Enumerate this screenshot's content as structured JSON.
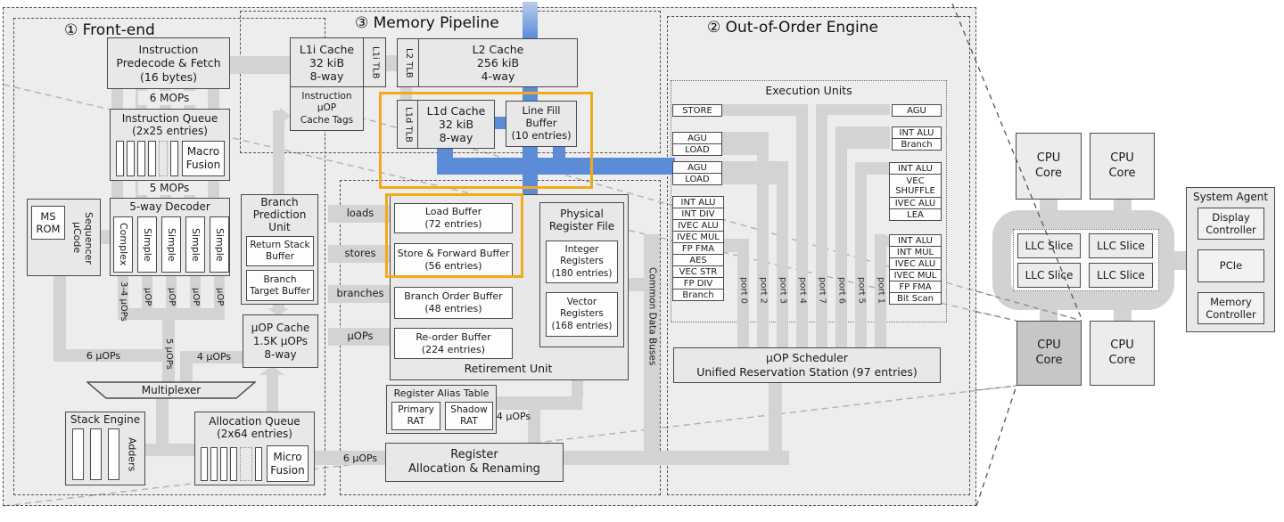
{
  "colors": {
    "blue": "#5c8bd8",
    "orange": "#f2aa1d",
    "bus_gray": "#d3d3d3",
    "dark_core": "#c6c6c6"
  },
  "frontend": {
    "title": "① Front-end",
    "predecode": "Instruction\nPredecode & Fetch\n(16 bytes)",
    "mops6": "6 MOPs",
    "iq_title": "Instruction Queue\n(2x25 entries)",
    "macro_fusion": "Macro\nFusion",
    "mops5": "5 MOPs",
    "decoder_title": "5-way Decoder",
    "decoder_cols": [
      "Complex",
      "Simple",
      "Simple",
      "Simple",
      "Simple"
    ],
    "ms_rom": "MS\nROM",
    "ucode_sequencer": "µCode\nSequencer",
    "uops34": "3-4 µOPs",
    "uop": "µOP",
    "uops5": "5 µOPs",
    "uops6": "6 µOPs",
    "uops4": "4 µOPs",
    "bpu_title": "Branch\nPrediction\nUnit",
    "return_stack_buffer": "Return Stack\nBuffer",
    "branch_target_buffer": "Branch\nTarget Buffer",
    "uop_cache": "µOP Cache\n1.5K µOPs\n8-way",
    "multiplexer": "Multiplexer",
    "stack_engine": "Stack Engine",
    "adders": "Adders",
    "alloc_queue": "Allocation Queue\n(2x64 entries)",
    "micro_fusion": "Micro\nFusion",
    "uops6_out": "6 µOPs"
  },
  "memory": {
    "title": "③ Memory Pipeline",
    "l1i": "L1i Cache\n32 kiB\n8-way",
    "l1i_tlb": "L1i TLB",
    "uop_tags": "Instruction\nµOP\nCache Tags",
    "l2_tlb": "L2 TLB",
    "l2": "L2 Cache\n256 kiB\n4-way",
    "l1d_tlb": "L1d TLB",
    "l1d": "L1d Cache\n32 kiB\n8-way",
    "line_fill": "Line Fill\nBuffer\n(10 entries)"
  },
  "mid": {
    "flow_loads": "loads",
    "flow_stores": "stores",
    "flow_branches": "branches",
    "flow_uops": "µOPs",
    "load_buffer": "Load Buffer\n(72 entries)",
    "store_buffer": "Store & Forward Buffer\n(56 entries)",
    "branch_order_buffer": "Branch Order Buffer\n(48 entries)",
    "reorder_buffer": "Re-order Buffer\n(224 entries)",
    "retirement": "Retirement Unit",
    "prf_title": "Physical\nRegister File",
    "int_regs": "Integer\nRegisters\n(180 entries)",
    "vec_regs": "Vector\nRegisters\n(168 entries)",
    "rat_title": "Register Alias Table",
    "primary_rat": "Primary\nRAT",
    "shadow_rat": "Shadow\nRAT",
    "uops4": "4 µOPs",
    "reg_alloc": "Register\nAllocation & Renaming",
    "cdb": "Common Data Buses"
  },
  "ooo": {
    "title": "② Out-of-Order Engine",
    "eu_title": "Execution Units",
    "store": "STORE",
    "agu": "AGU",
    "load": "LOAD",
    "p0_stack": [
      "INT ALU",
      "INT DIV",
      "IVEC ALU",
      "IVEC MUL",
      "FP FMA",
      "AES",
      "VEC STR",
      "FP DIV",
      "Branch"
    ],
    "p6_stack": [
      "INT ALU",
      "Branch"
    ],
    "p5_stack": [
      "INT ALU",
      "VEC\nSHUFFLE",
      "IVEC ALU",
      "LEA"
    ],
    "p1_stack": [
      "INT ALU",
      "INT MUL",
      "IVEC ALU",
      "IVEC MUL",
      "FP FMA",
      "Bit Scan"
    ],
    "ports": [
      "port 0",
      "port 2",
      "port 3",
      "port 4",
      "port 7",
      "port 6",
      "port 5",
      "port 1"
    ],
    "scheduler": "µOP Scheduler\nUnified Reservation Station (97 entries)"
  },
  "soc": {
    "cpu_core": "CPU\nCore",
    "llc_slice": "LLC Slice",
    "system_agent": "System Agent",
    "display_controller": "Display\nController",
    "pcie": "PCIe",
    "memory_controller": "Memory\nController"
  }
}
